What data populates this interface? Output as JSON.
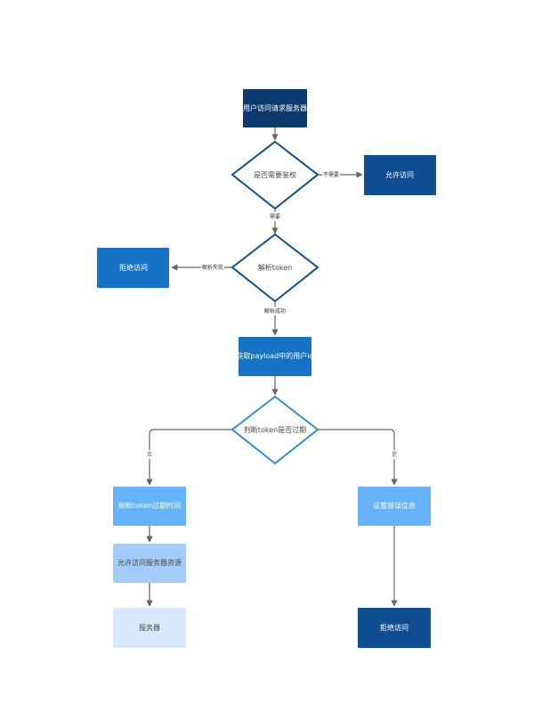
{
  "colors": {
    "background": "#ffffff",
    "dark_navy": "#0b3a6e",
    "deep_blue": "#0f4f91",
    "mid_blue": "#1672c4",
    "bright_blue": "#2e8fe0",
    "light_blue": "#66b2fb",
    "lighter_blue": "#a3cdf8",
    "pale_blue": "#d7e9fc",
    "arrow": "#666666",
    "white_text": "#ffffff",
    "dark_text": "#4a4a4a"
  },
  "nodes": {
    "start": {
      "text": "用户访问请求服务器"
    },
    "need_auth": {
      "text": "是否需要鉴权"
    },
    "allow_access": {
      "text": "允许访问"
    },
    "parse_token": {
      "text": "解析token"
    },
    "reject_parse": {
      "text": "拒绝访问"
    },
    "get_userid": {
      "text": "获取payload中的用户id"
    },
    "token_expired": {
      "text": "判断token是否过期"
    },
    "refresh_expiry": {
      "text": "刷新token过期时间"
    },
    "allow_resource": {
      "text": "允许访问服务器资源"
    },
    "server": {
      "text": "服务器"
    },
    "set_error": {
      "text": "设置错误信息"
    },
    "reject_expired": {
      "text": "拒绝访问"
    }
  },
  "edges": {
    "not_needed": "不需要",
    "needed": "需要",
    "parse_failed": "解析失败",
    "parse_success": "解析成功",
    "no": "否",
    "yes": "是"
  }
}
